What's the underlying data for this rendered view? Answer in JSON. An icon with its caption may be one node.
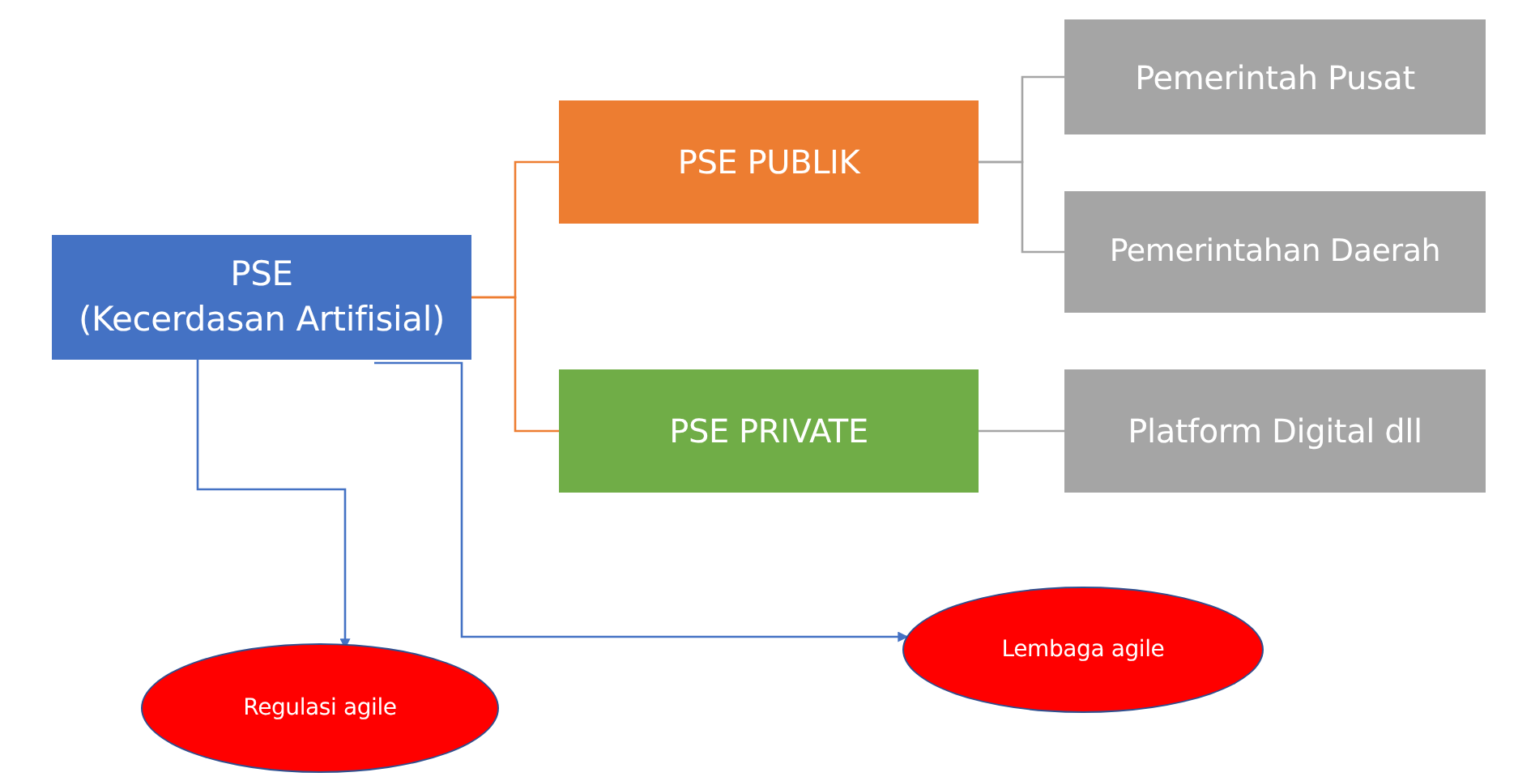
{
  "diagram": {
    "nodes": [
      {
        "text": [
          "PSE",
          "(Kecerdasan Artifisial)"
        ]
      },
      {
        "text": [
          "PSE PUBLIK"
        ]
      },
      {
        "text": [
          "PSE PRIVATE"
        ]
      },
      {
        "text": [
          "Pemerintah Pusat"
        ]
      },
      {
        "text": [
          "Pemerintahan Daerah"
        ]
      },
      {
        "text": [
          "Platform Digital dll"
        ]
      },
      {
        "text": [
          "Regulasi agile"
        ]
      },
      {
        "text": [
          "Lembaga agile"
        ]
      }
    ],
    "edges": [
      {
        "from": 0,
        "to": 1,
        "arrow": "none",
        "color": "#ed7d31"
      },
      {
        "from": 0,
        "to": 2,
        "arrow": "none",
        "color": "#ed7d31"
      },
      {
        "from": 1,
        "to": 3,
        "arrow": "none"
      },
      {
        "from": 1,
        "to": 4,
        "arrow": "none"
      },
      {
        "from": 2,
        "to": 5,
        "arrow": "none"
      },
      {
        "from": 0,
        "to": 6,
        "arrow": "to",
        "color": "#4472c4"
      },
      {
        "from": 0,
        "to": 7,
        "arrow": "to",
        "color": "#4472c4"
      }
    ]
  }
}
